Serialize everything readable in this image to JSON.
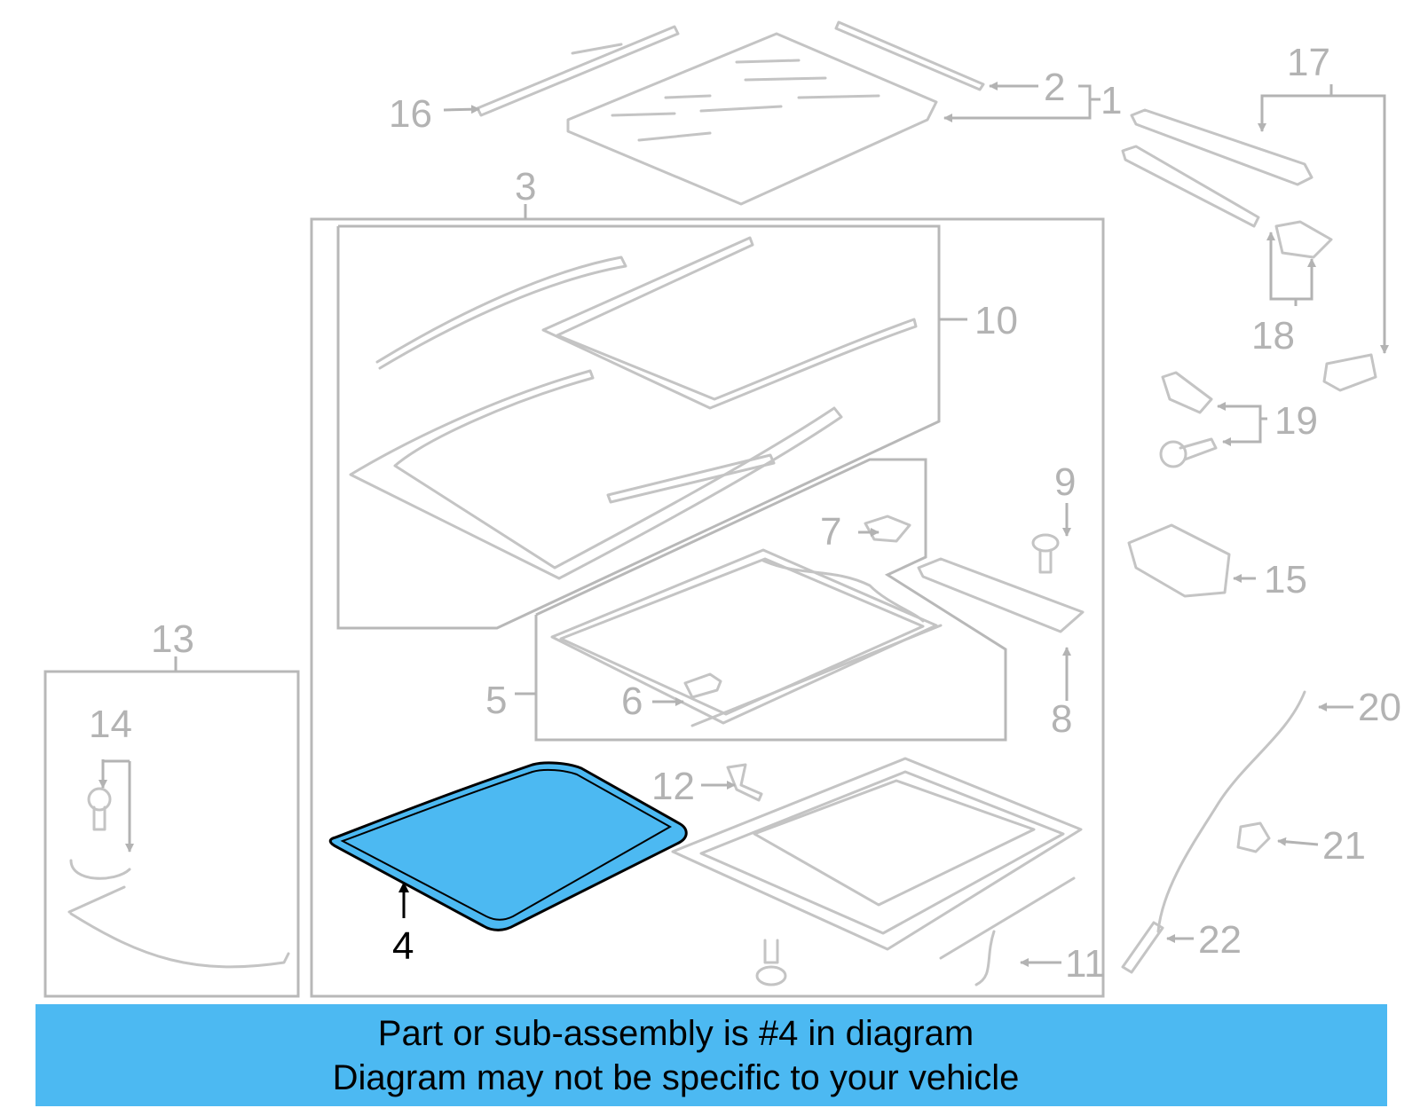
{
  "callouts": {
    "c1": "1",
    "c2": "2",
    "c3": "3",
    "c4": "4",
    "c5": "5",
    "c6": "6",
    "c7": "7",
    "c8": "8",
    "c9": "9",
    "c10": "10",
    "c11": "11",
    "c12": "12",
    "c13": "13",
    "c14": "14",
    "c15": "15",
    "c16": "16",
    "c17": "17",
    "c18": "18",
    "c19": "19",
    "c20": "20",
    "c21": "21",
    "c22": "22"
  },
  "highlighted_part": "4",
  "colors": {
    "highlight_fill": "#4cb9f2",
    "line_art": "#c4c4c4",
    "banner_background": "#4cb9f2"
  },
  "banner": {
    "line1": "Part or sub-assembly is #4 in diagram",
    "line2": "Diagram may not be specific to your vehicle"
  }
}
